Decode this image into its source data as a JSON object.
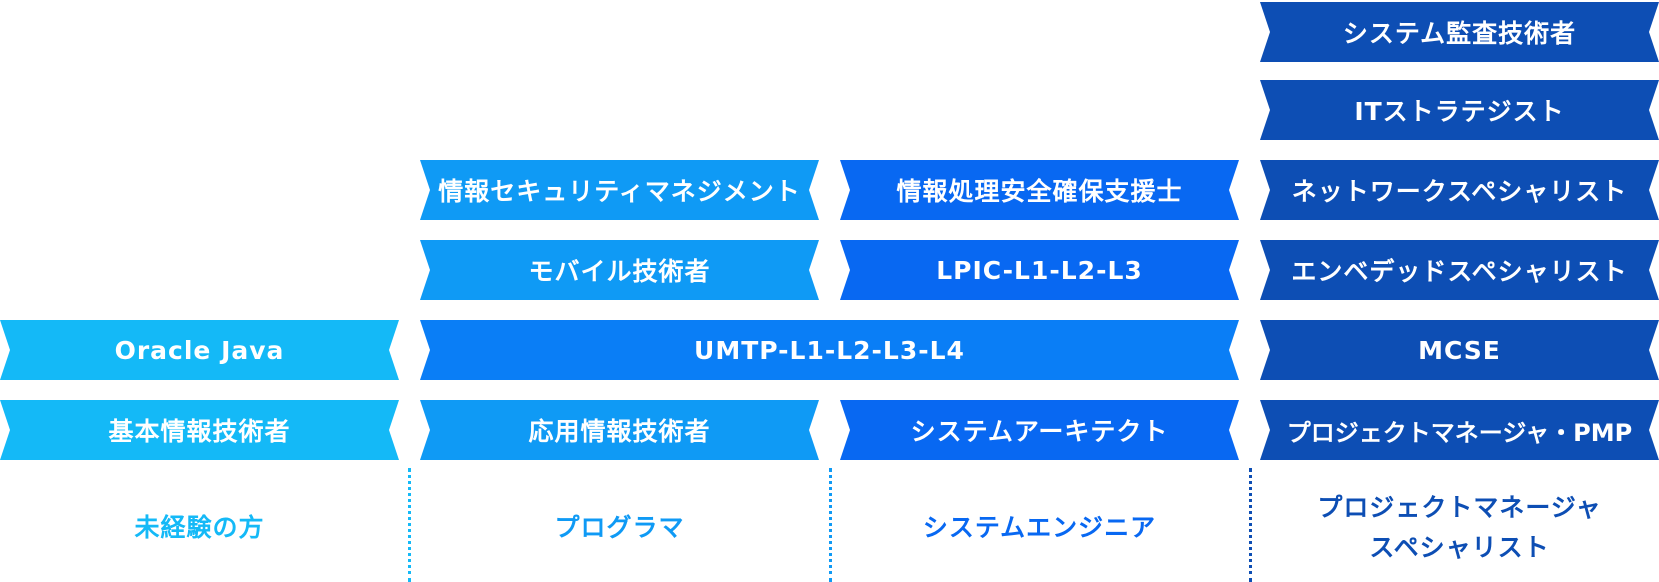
{
  "columns": [
    {
      "label_lines": [
        "未経験の方"
      ]
    },
    {
      "label_lines": [
        "プログラマ"
      ]
    },
    {
      "label_lines": [
        "システムエンジニア"
      ]
    },
    {
      "label_lines": [
        "プロジェクトマネージャ",
        "スペシャリスト"
      ]
    }
  ],
  "certifications": {
    "beginner": {
      "oracle_java": "Oracle Java",
      "fundamental_it": "基本情報技術者"
    },
    "programmer": {
      "info_security_management": "情報セキュリティマネジメント",
      "mobile_engineer": "モバイル技術者",
      "applied_it": "応用情報技術者"
    },
    "shared": {
      "umtp": "UMTP-L1-L2-L3-L4"
    },
    "system_engineer": {
      "registered_security_specialist": "情報処理安全確保支援士",
      "lpic": "LPIC-L1-L2-L3",
      "systems_architect": "システムアーキテクト"
    },
    "pm_specialist": {
      "systems_auditor": "システム監査技術者",
      "it_strategist": "ITストラテジスト",
      "network_specialist": "ネットワークスペシャリスト",
      "embedded_specialist": "エンベデッドスペシャリスト",
      "mcse": "MCSE",
      "project_manager_pmp": "プロジェクトマネージャ・PMP"
    }
  },
  "colors": {
    "beginner": "#14b9f7",
    "programmer": "#0f9af5",
    "system_engineer": "#0868f2",
    "pm_specialist": "#0d4eb4"
  }
}
